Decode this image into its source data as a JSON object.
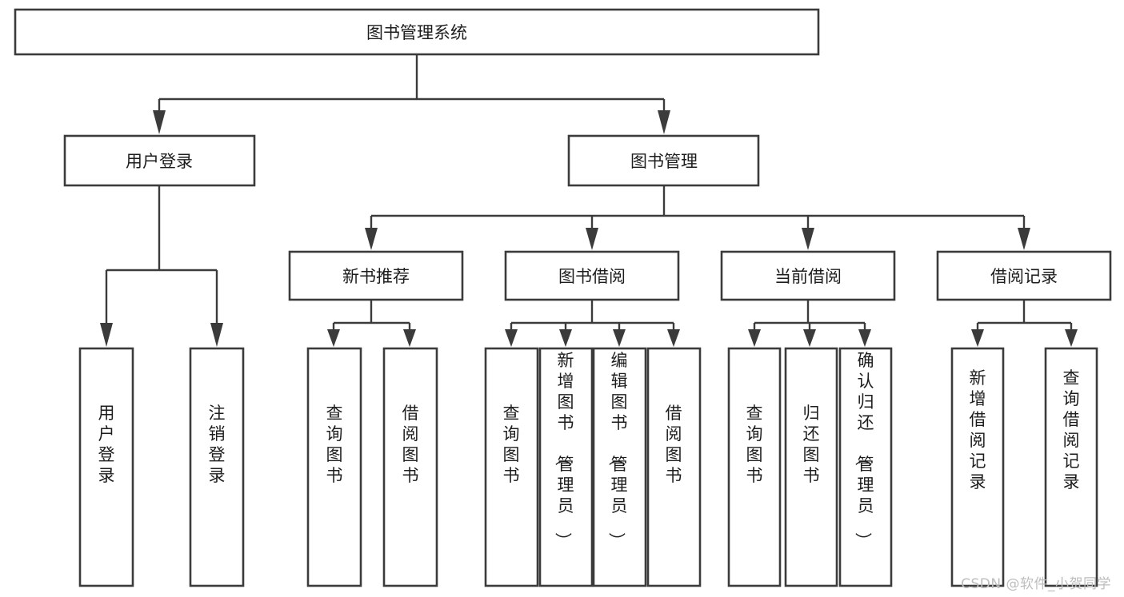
{
  "diagram": {
    "type": "tree-hierarchy",
    "title": "图书管理系统",
    "watermark": "CSDN @软件_小贺同学",
    "colors": {
      "background": "#ffffff",
      "box_fill": "#ffffff",
      "box_stroke": "#3b3b3b",
      "connector": "#3b3b3b",
      "text": "#1d1d1d",
      "watermark": "#bdbdbd"
    },
    "levels": {
      "root": {
        "label": "图书管理系统"
      },
      "level2": [
        {
          "label": "用户登录"
        },
        {
          "label": "图书管理"
        }
      ],
      "level3": [
        {
          "label": "新书推荐"
        },
        {
          "label": "图书借阅"
        },
        {
          "label": "当前借阅"
        },
        {
          "label": "借阅记录"
        }
      ],
      "leaves": {
        "user_login": [
          {
            "label": "用户登录"
          },
          {
            "label": "注销登录"
          }
        ],
        "new_book_recommend": [
          {
            "label": "查询图书"
          },
          {
            "label": "借阅图书"
          }
        ],
        "book_borrow": [
          {
            "label": "查询图书"
          },
          {
            "label": "新增图书（管理员）"
          },
          {
            "label": "编辑图书（管理员）"
          },
          {
            "label": "借阅图书"
          }
        ],
        "current_borrow": [
          {
            "label": "查询图书"
          },
          {
            "label": "归还图书"
          },
          {
            "label": "确认归还（管理员）"
          }
        ],
        "borrow_record": [
          {
            "label": "新增借阅记录"
          },
          {
            "label": "查询借阅记录"
          }
        ]
      }
    }
  }
}
